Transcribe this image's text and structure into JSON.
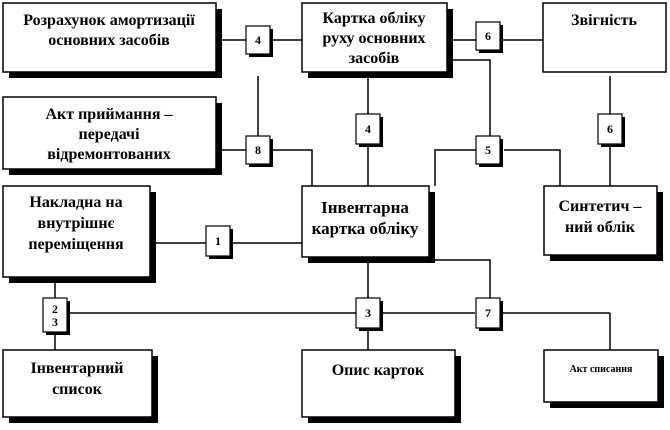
{
  "boxes": {
    "amortization": [
      "Розрахунок амортизації",
      "основних засобів"
    ],
    "movement_card": [
      "Картка обліку",
      "руху основних",
      "засобів"
    ],
    "reconciliation": [
      "Звігність"
    ],
    "acceptance_act": [
      "Акт приймання –",
      "передачі",
      "відремонтованих"
    ],
    "internal_invoice": [
      "Накладна на",
      "внутрішнє",
      "переміщення"
    ],
    "inventory_card": [
      "Інвентарна",
      "картка обліку"
    ],
    "synthetic": [
      "Синтетич –",
      "ний облік"
    ],
    "inventory_list": [
      "Інвентарний",
      "список"
    ],
    "cards_description": [
      "Опис карток"
    ],
    "writeoff_act": [
      "Акт списання"
    ]
  },
  "tags": {
    "t_amort_movement": "4",
    "t_movement_recon": "6",
    "t_acceptance": "8",
    "t_movement_inventory": "4",
    "t_movement_synthetic": "5",
    "t_recon_synthetic": "6",
    "t_invoice_inventory": "1",
    "t_invoice_list": "2\n3",
    "t_inventory_description": "3",
    "t_inventory_writeoff": "7"
  }
}
